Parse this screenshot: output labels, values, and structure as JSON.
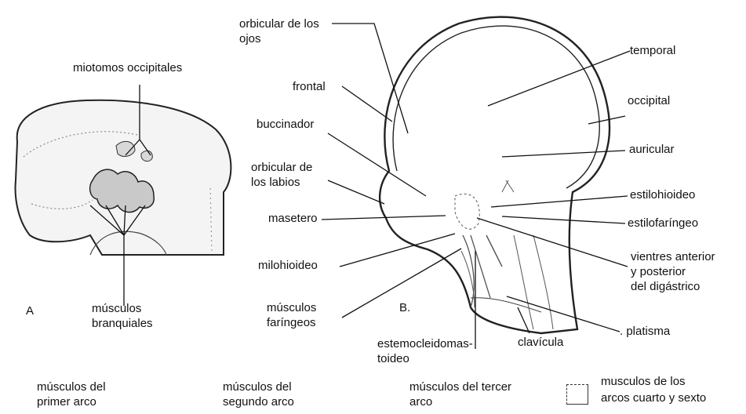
{
  "panel_a": {
    "letter": "A",
    "label_miotomos": "miotomos occipitales",
    "label_musculos_1": "músculos",
    "label_musculos_2": "branquiales"
  },
  "panel_b": {
    "letter": "B.",
    "orbicular_ojos_1": "orbicular de los",
    "orbicular_ojos_2": "ojos",
    "frontal": "frontal",
    "buccinador": "buccinador",
    "orbicular_labios_1": "orbicular de",
    "orbicular_labios_2": "los labios",
    "masetero": "masetero",
    "milohioideo": "milohioideo",
    "faringeos_1": "músculos",
    "faringeos_2": "faríngeos",
    "esterno_1": "estemocleidomas-",
    "esterno_2": "toideo",
    "clavicula": "clavícula",
    "platisma": ". platisma",
    "temporal": "temporal",
    "occipital": "occipital",
    "auricular": "auricular",
    "estilohioideo": "estilohioideo",
    "estilofaringeo": "estilofaríngeo",
    "digastrico_1": "vientres anterior",
    "digastrico_2": "y posterior",
    "digastrico_3": "del digástrico"
  },
  "legend": {
    "primer_1": "músculos del",
    "primer_2": "primer arco",
    "segundo_1": "músculos del",
    "segundo_2": "segundo arco",
    "tercer_1": "músculos del tercer",
    "tercer_2": "arco",
    "cuarto_1": "musculos de los",
    "cuarto_2": "arcos cuarto y sexto"
  }
}
